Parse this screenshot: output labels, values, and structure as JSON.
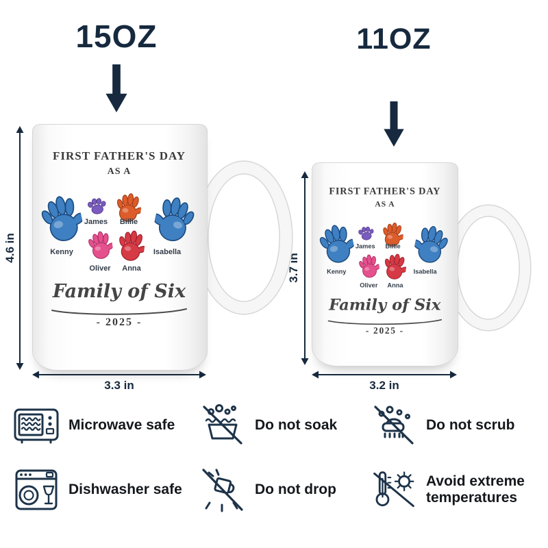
{
  "colors": {
    "navy": "#16293e",
    "icon": "#1d3349",
    "label": "#14181c",
    "hand-blue": "#3f80c2",
    "hand-blue-dark": "#1c4b80",
    "paw-purple": "#7a5bbf",
    "paw-purple-dark": "#503a85",
    "hand-orange": "#dd5c2b",
    "hand-orange-dark": "#9c3a14",
    "hand-pink": "#e4518d",
    "hand-pink-dark": "#ad2762",
    "hand-red": "#d63a45",
    "hand-red-dark": "#9c1f2a"
  },
  "sizes": {
    "left": "15OZ",
    "right": "11OZ"
  },
  "dims": {
    "left_height": "4.6 in",
    "left_width": "3.3 in",
    "right_height": "3.7 in",
    "right_width": "3.2 in"
  },
  "design": {
    "title_line1": "FIRST FATHER'S DAY",
    "title_line2": "AS A",
    "names": {
      "kenny": "Kenny",
      "james": "James",
      "billie": "Billie",
      "isabella": "Isabella",
      "oliver": "Oliver",
      "anna": "Anna"
    },
    "family": "Family of Six",
    "year": "- 2025 -"
  },
  "care": {
    "items": [
      {
        "icon": "microwave-icon",
        "label": "Microwave safe",
        "negated": false
      },
      {
        "icon": "do-not-soak-icon",
        "label": "Do not soak",
        "negated": true
      },
      {
        "icon": "do-not-scrub-icon",
        "label": "Do not scrub",
        "negated": true
      },
      {
        "icon": "dishwasher-icon",
        "label": "Dishwasher safe",
        "negated": false
      },
      {
        "icon": "do-not-drop-icon",
        "label": "Do not drop",
        "negated": true
      },
      {
        "icon": "avoid-extreme-temperatures-icon",
        "label": "Avoid extreme temperatures",
        "negated": true
      }
    ]
  }
}
